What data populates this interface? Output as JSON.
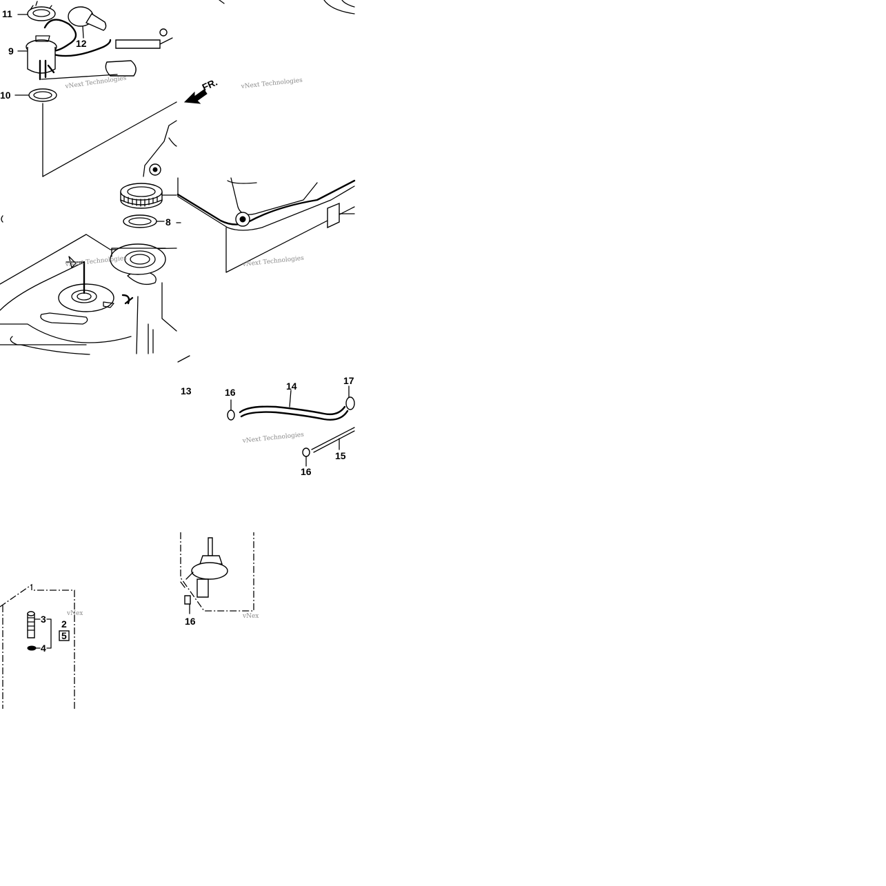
{
  "callouts": {
    "c11": "11",
    "c12": "12",
    "c9": "9",
    "c10": "10",
    "c8": "8",
    "c13": "13",
    "c14": "14",
    "c16a": "16",
    "c17": "17",
    "c15": "15",
    "c16b": "16",
    "c3": "3",
    "c2": "2",
    "c5": "5",
    "c4": "4",
    "c16c": "16"
  },
  "front_marker": "FR.",
  "watermarks": {
    "wm1": "vNext Technologies",
    "wm2": "vNext Technologies",
    "wm3": "vNext Technologies",
    "wm4": "vNext Technologies",
    "wm5": "vNext Technologies",
    "wm6": "vNex",
    "wm7": "vNex"
  }
}
